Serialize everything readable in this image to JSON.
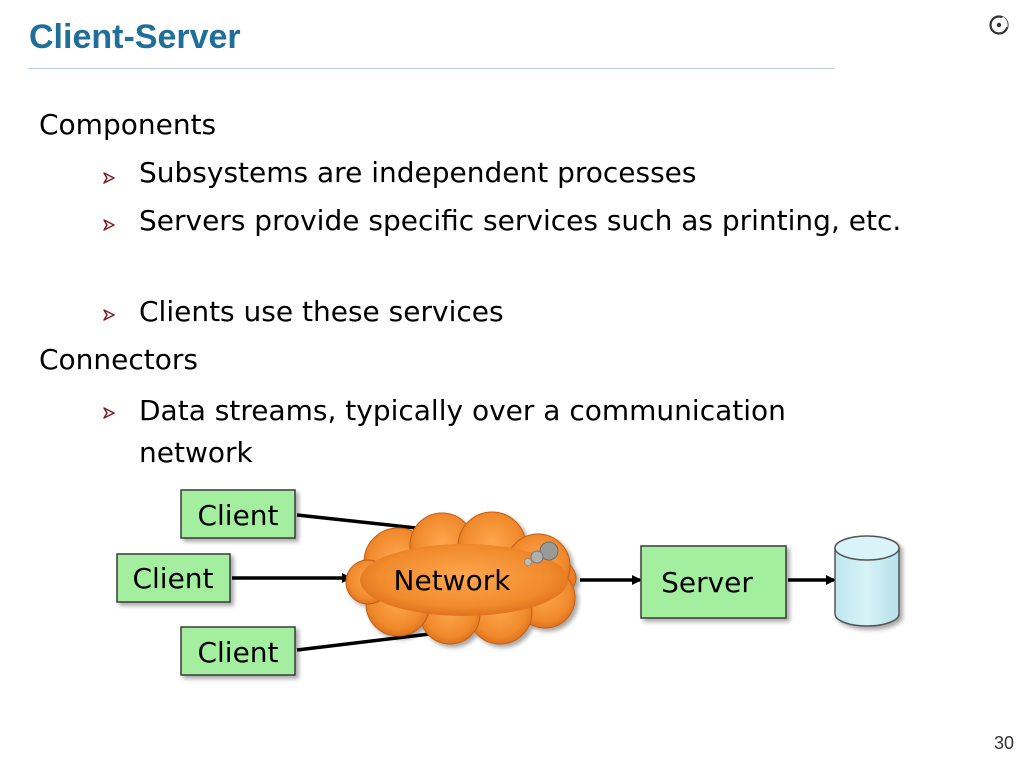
{
  "slide": {
    "title": "Client-Server",
    "page_number": "30"
  },
  "content": {
    "components": {
      "heading": "Components",
      "bullets": [
        "Subsystems are independent processes",
        "Servers provide specific services such as printing, etc.",
        "Clients use these services"
      ]
    },
    "connectors": {
      "heading": "Connectors",
      "bullets": [
        "Data streams, typically over a communication network"
      ]
    }
  },
  "diagram": {
    "clients": [
      "Client",
      "Client",
      "Client"
    ],
    "network": "Network",
    "server": "Server",
    "colors": {
      "node_fill": "#a3ef9f",
      "cloud_fill": "#f08a2c",
      "cylinder_fill": "#c7ecf2",
      "title": "#1f6f9a",
      "bullet": "#7a1e1e"
    }
  }
}
